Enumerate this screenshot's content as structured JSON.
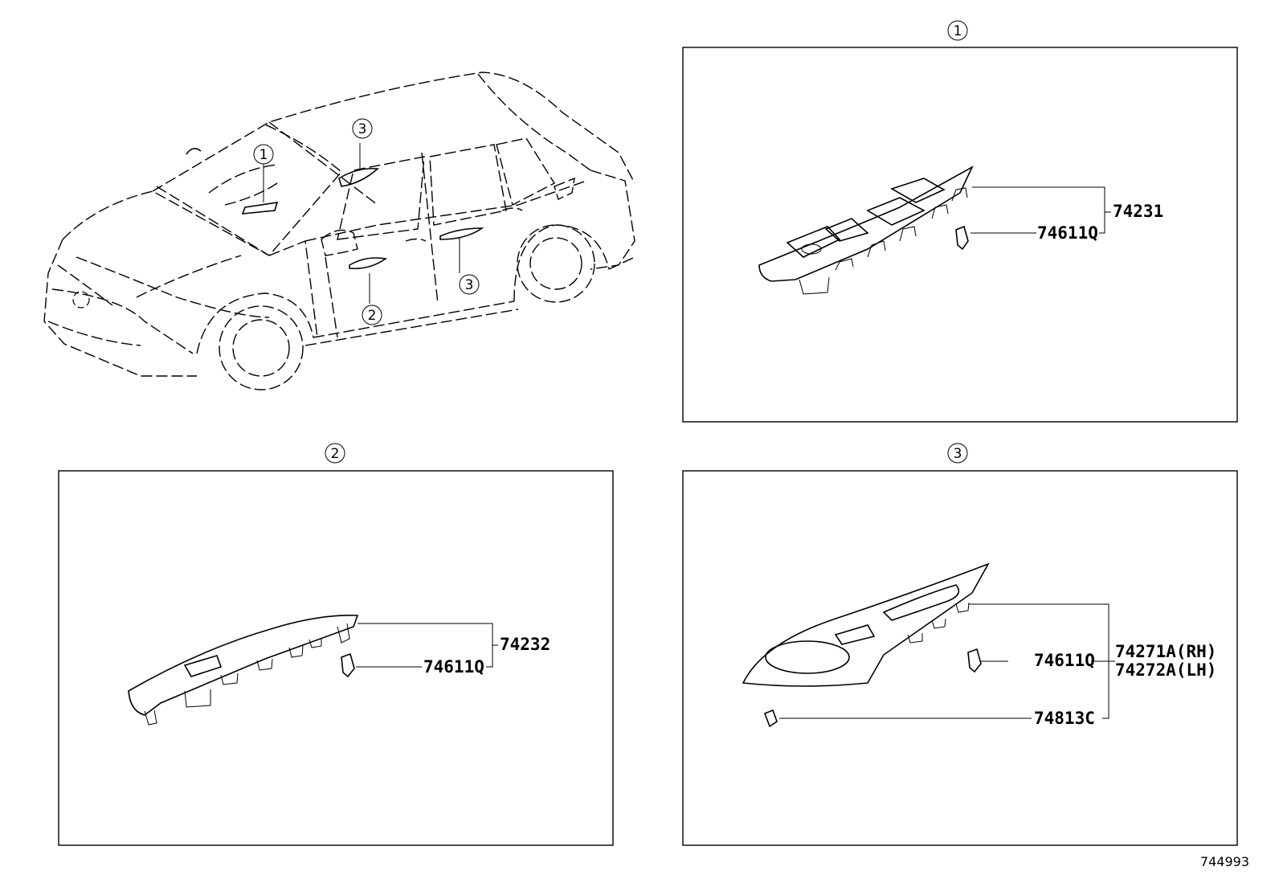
{
  "diagram": {
    "callouts": {
      "one": "1",
      "two": "2",
      "three": "3"
    },
    "panel1": {
      "assembly": "74231",
      "clip": "74611Q"
    },
    "panel2": {
      "assembly": "74232",
      "clip": "74611Q"
    },
    "panel3": {
      "assembly_rh": "74271A(RH)",
      "assembly_lh": "74272A(LH)",
      "clip": "74611Q",
      "clip2": "74813C"
    },
    "illustration_number": "744993"
  }
}
